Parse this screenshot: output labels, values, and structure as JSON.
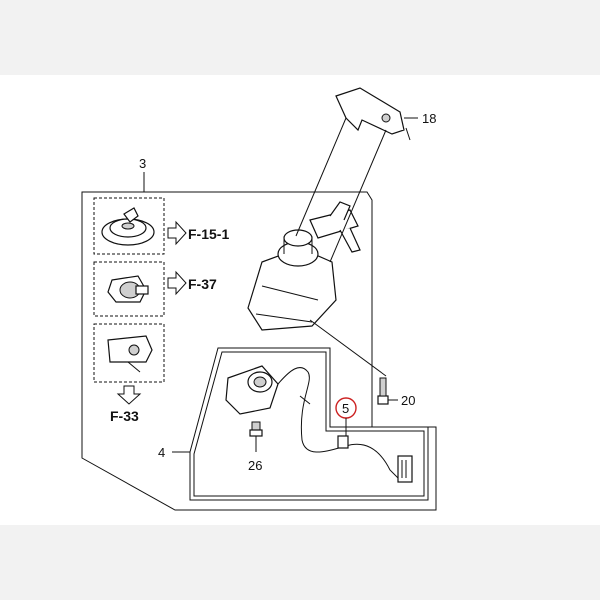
{
  "callouts": {
    "c18": "18",
    "c3": "3",
    "c4": "4",
    "c5": "5",
    "c20": "20",
    "c26": "26"
  },
  "refs": {
    "f151": "F-15-1",
    "f37": "F-37",
    "f33": "F-33"
  },
  "colors": {
    "highlight_circle": "#cc2222",
    "background": "#f2f2f2",
    "sheet": "#ffffff"
  }
}
